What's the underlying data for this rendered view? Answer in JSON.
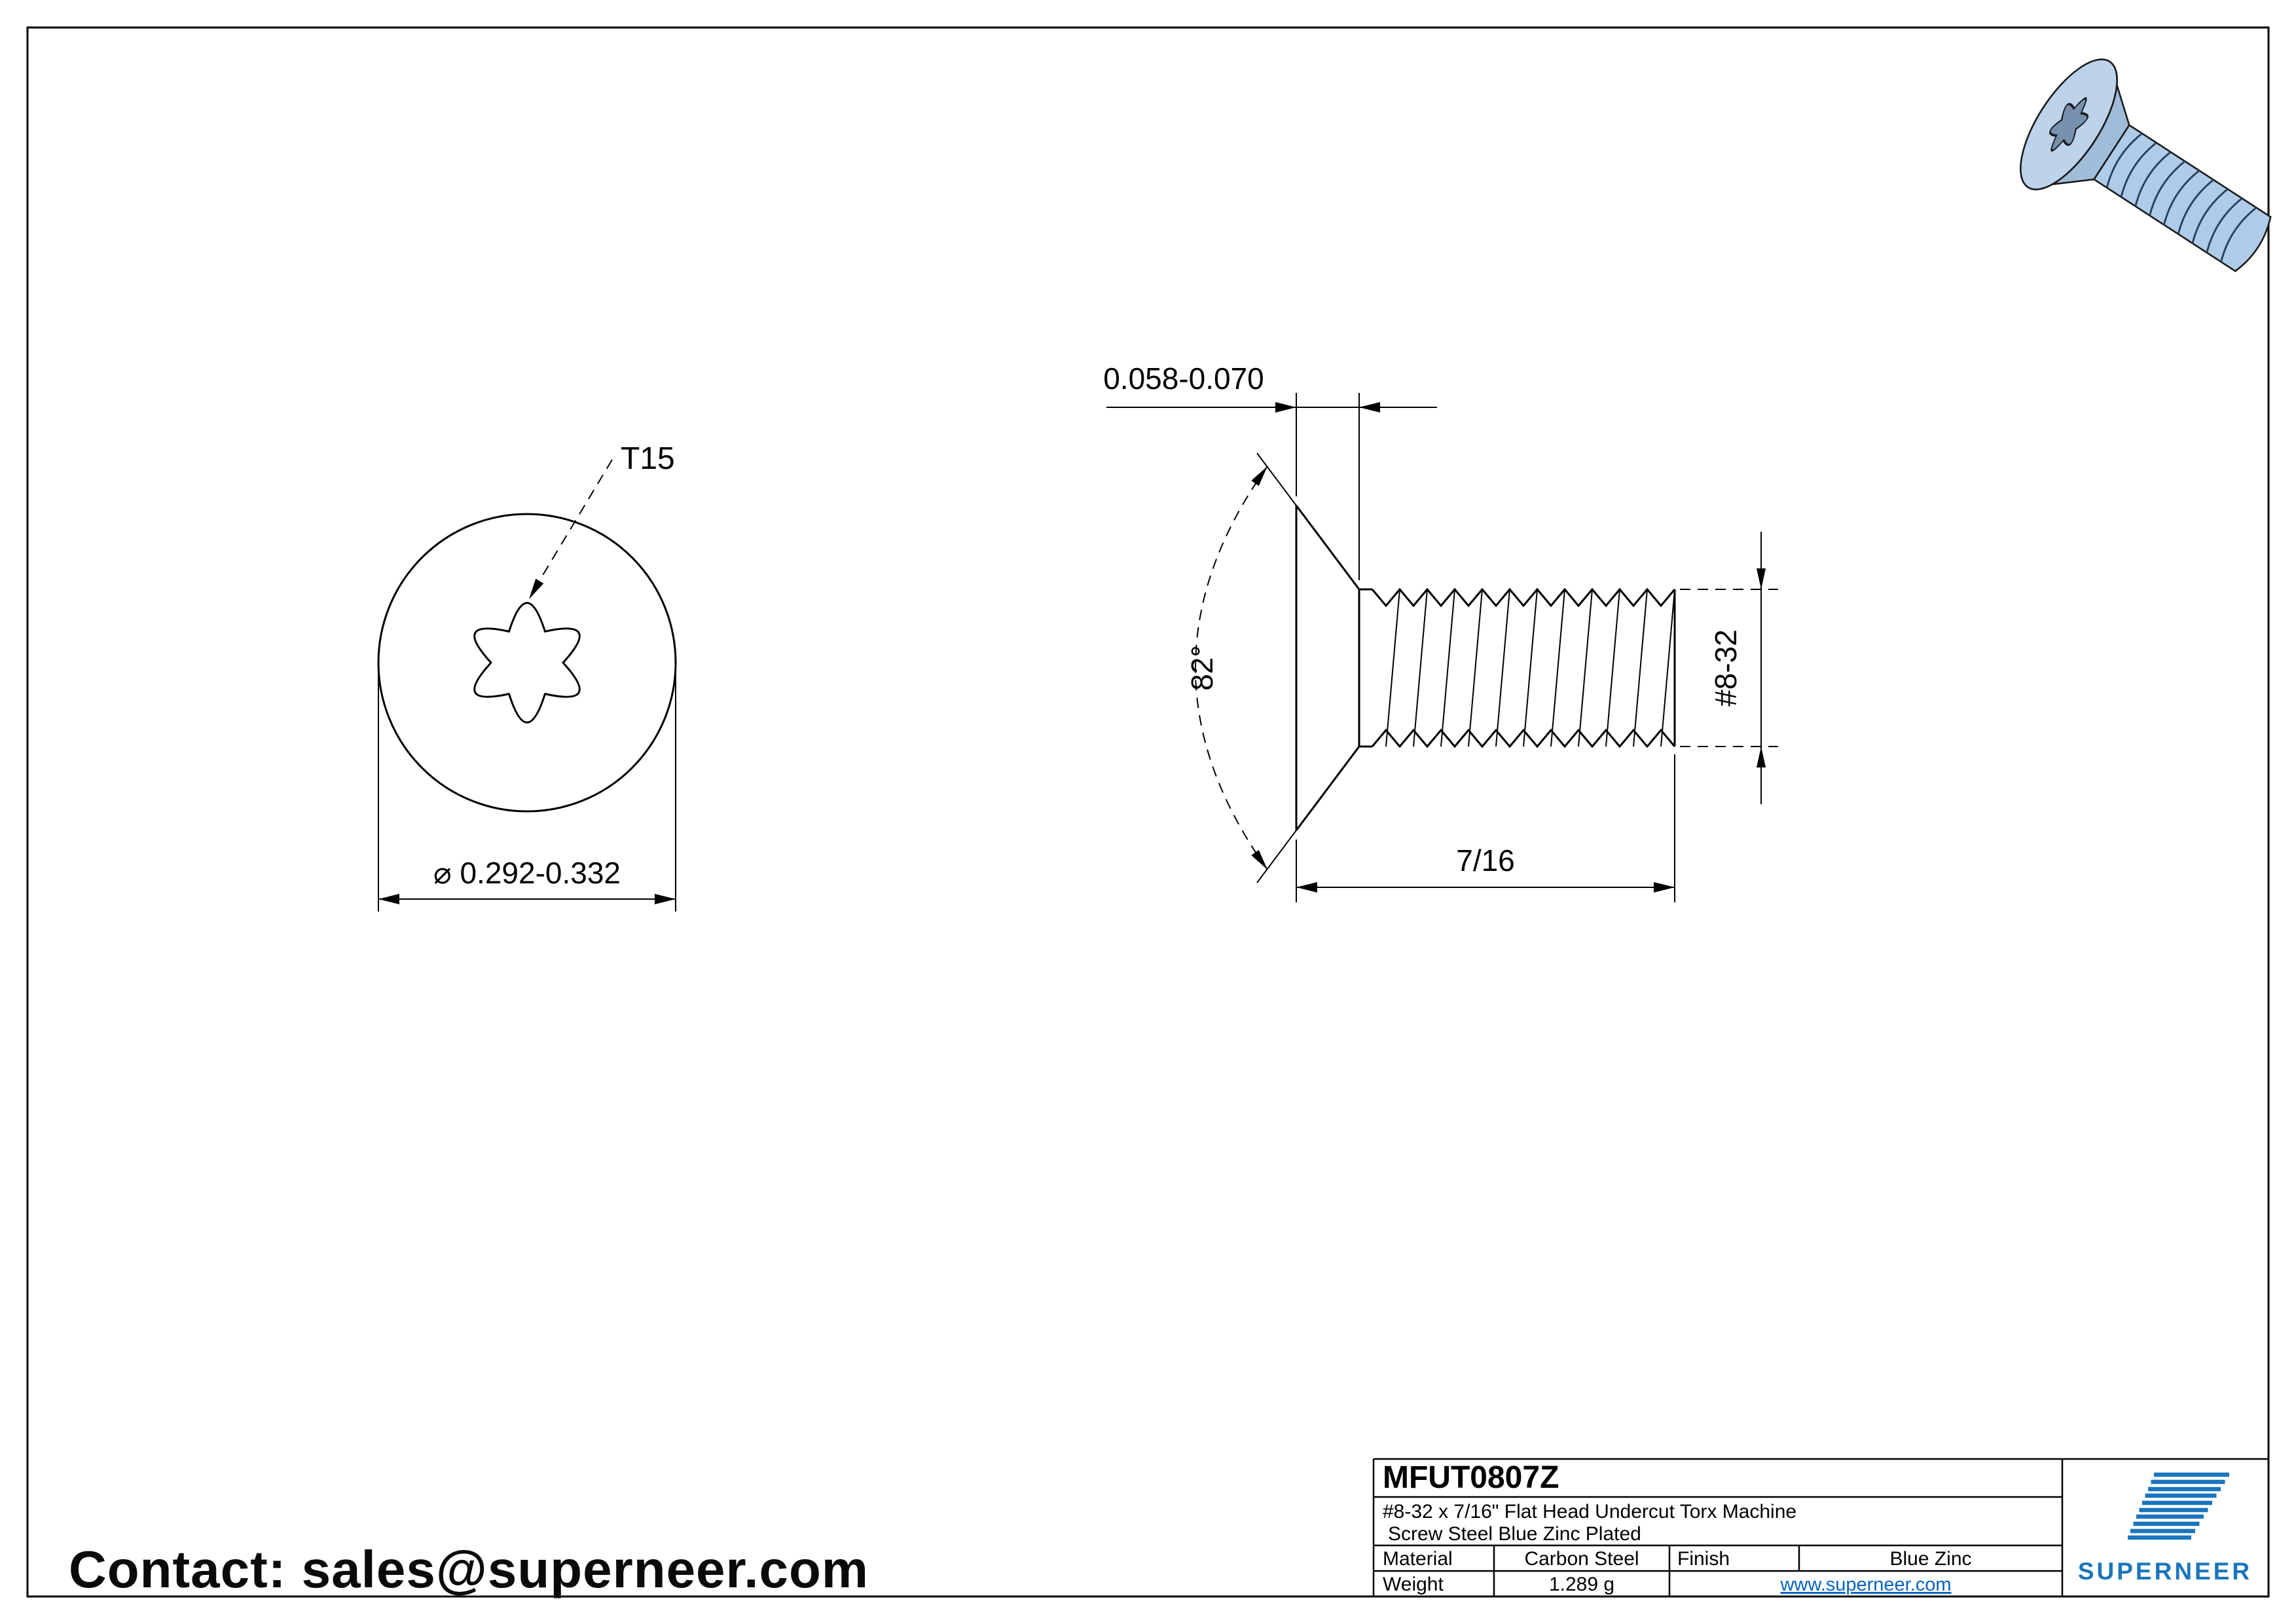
{
  "page": {
    "contact": "Contact: sales@superneer.com"
  },
  "icons": {
    "torx_drive": "6-lobe-star",
    "brand_logo": "striped-flag"
  },
  "colors": {
    "line": "#000000",
    "brand_blue": "#1b75bc",
    "link_blue": "#0563c1",
    "screw_body": "#aecbe8"
  },
  "front_view": {
    "drive_label": "T15",
    "diameter_label": "⌀ 0.292-0.332"
  },
  "side_view": {
    "head_height_label": "0.058-0.070",
    "angle_label": "82°",
    "thread_label": "#8-32",
    "length_label": "7/16"
  },
  "title_block": {
    "part_number": "MFUT0807Z",
    "description_line1": "#8-32 x 7/16\" Flat Head Undercut Torx Machine",
    "description_line2": "Screw Steel Blue Zinc Plated",
    "material_label": "Material",
    "material_value": "Carbon Steel",
    "finish_label": "Finish",
    "finish_value": "Blue Zinc",
    "weight_label": "Weight",
    "weight_value": "1.289 g",
    "website": "www.superneer.com",
    "brand": "SUPERNEER"
  }
}
